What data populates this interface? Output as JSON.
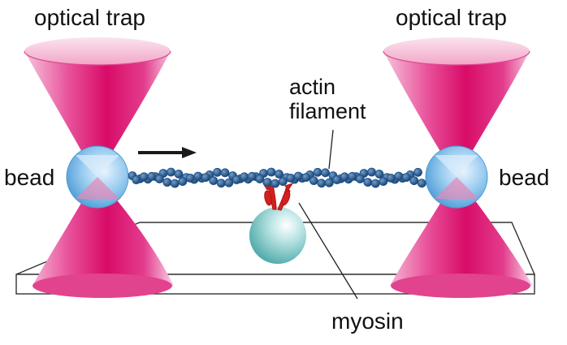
{
  "labels": {
    "trap_left": "optical trap",
    "trap_right": "optical trap",
    "bead_left": "bead",
    "bead_right": "bead",
    "actin_line1": "actin",
    "actin_line2": "filament",
    "myosin": "myosin"
  },
  "colors": {
    "laser": "#e0106e",
    "laser_light": "#f7c6dc",
    "bead": "#3b95d6",
    "bead_light": "#d9ecfa",
    "actin": "#1f4f86",
    "myosin_head": "#c81818",
    "myosin_sphere": "#5fb9b9",
    "arrow": "#1a1a1a"
  },
  "icons": {
    "direction_arrow": "right-arrow",
    "actin_subunit": "circle"
  }
}
